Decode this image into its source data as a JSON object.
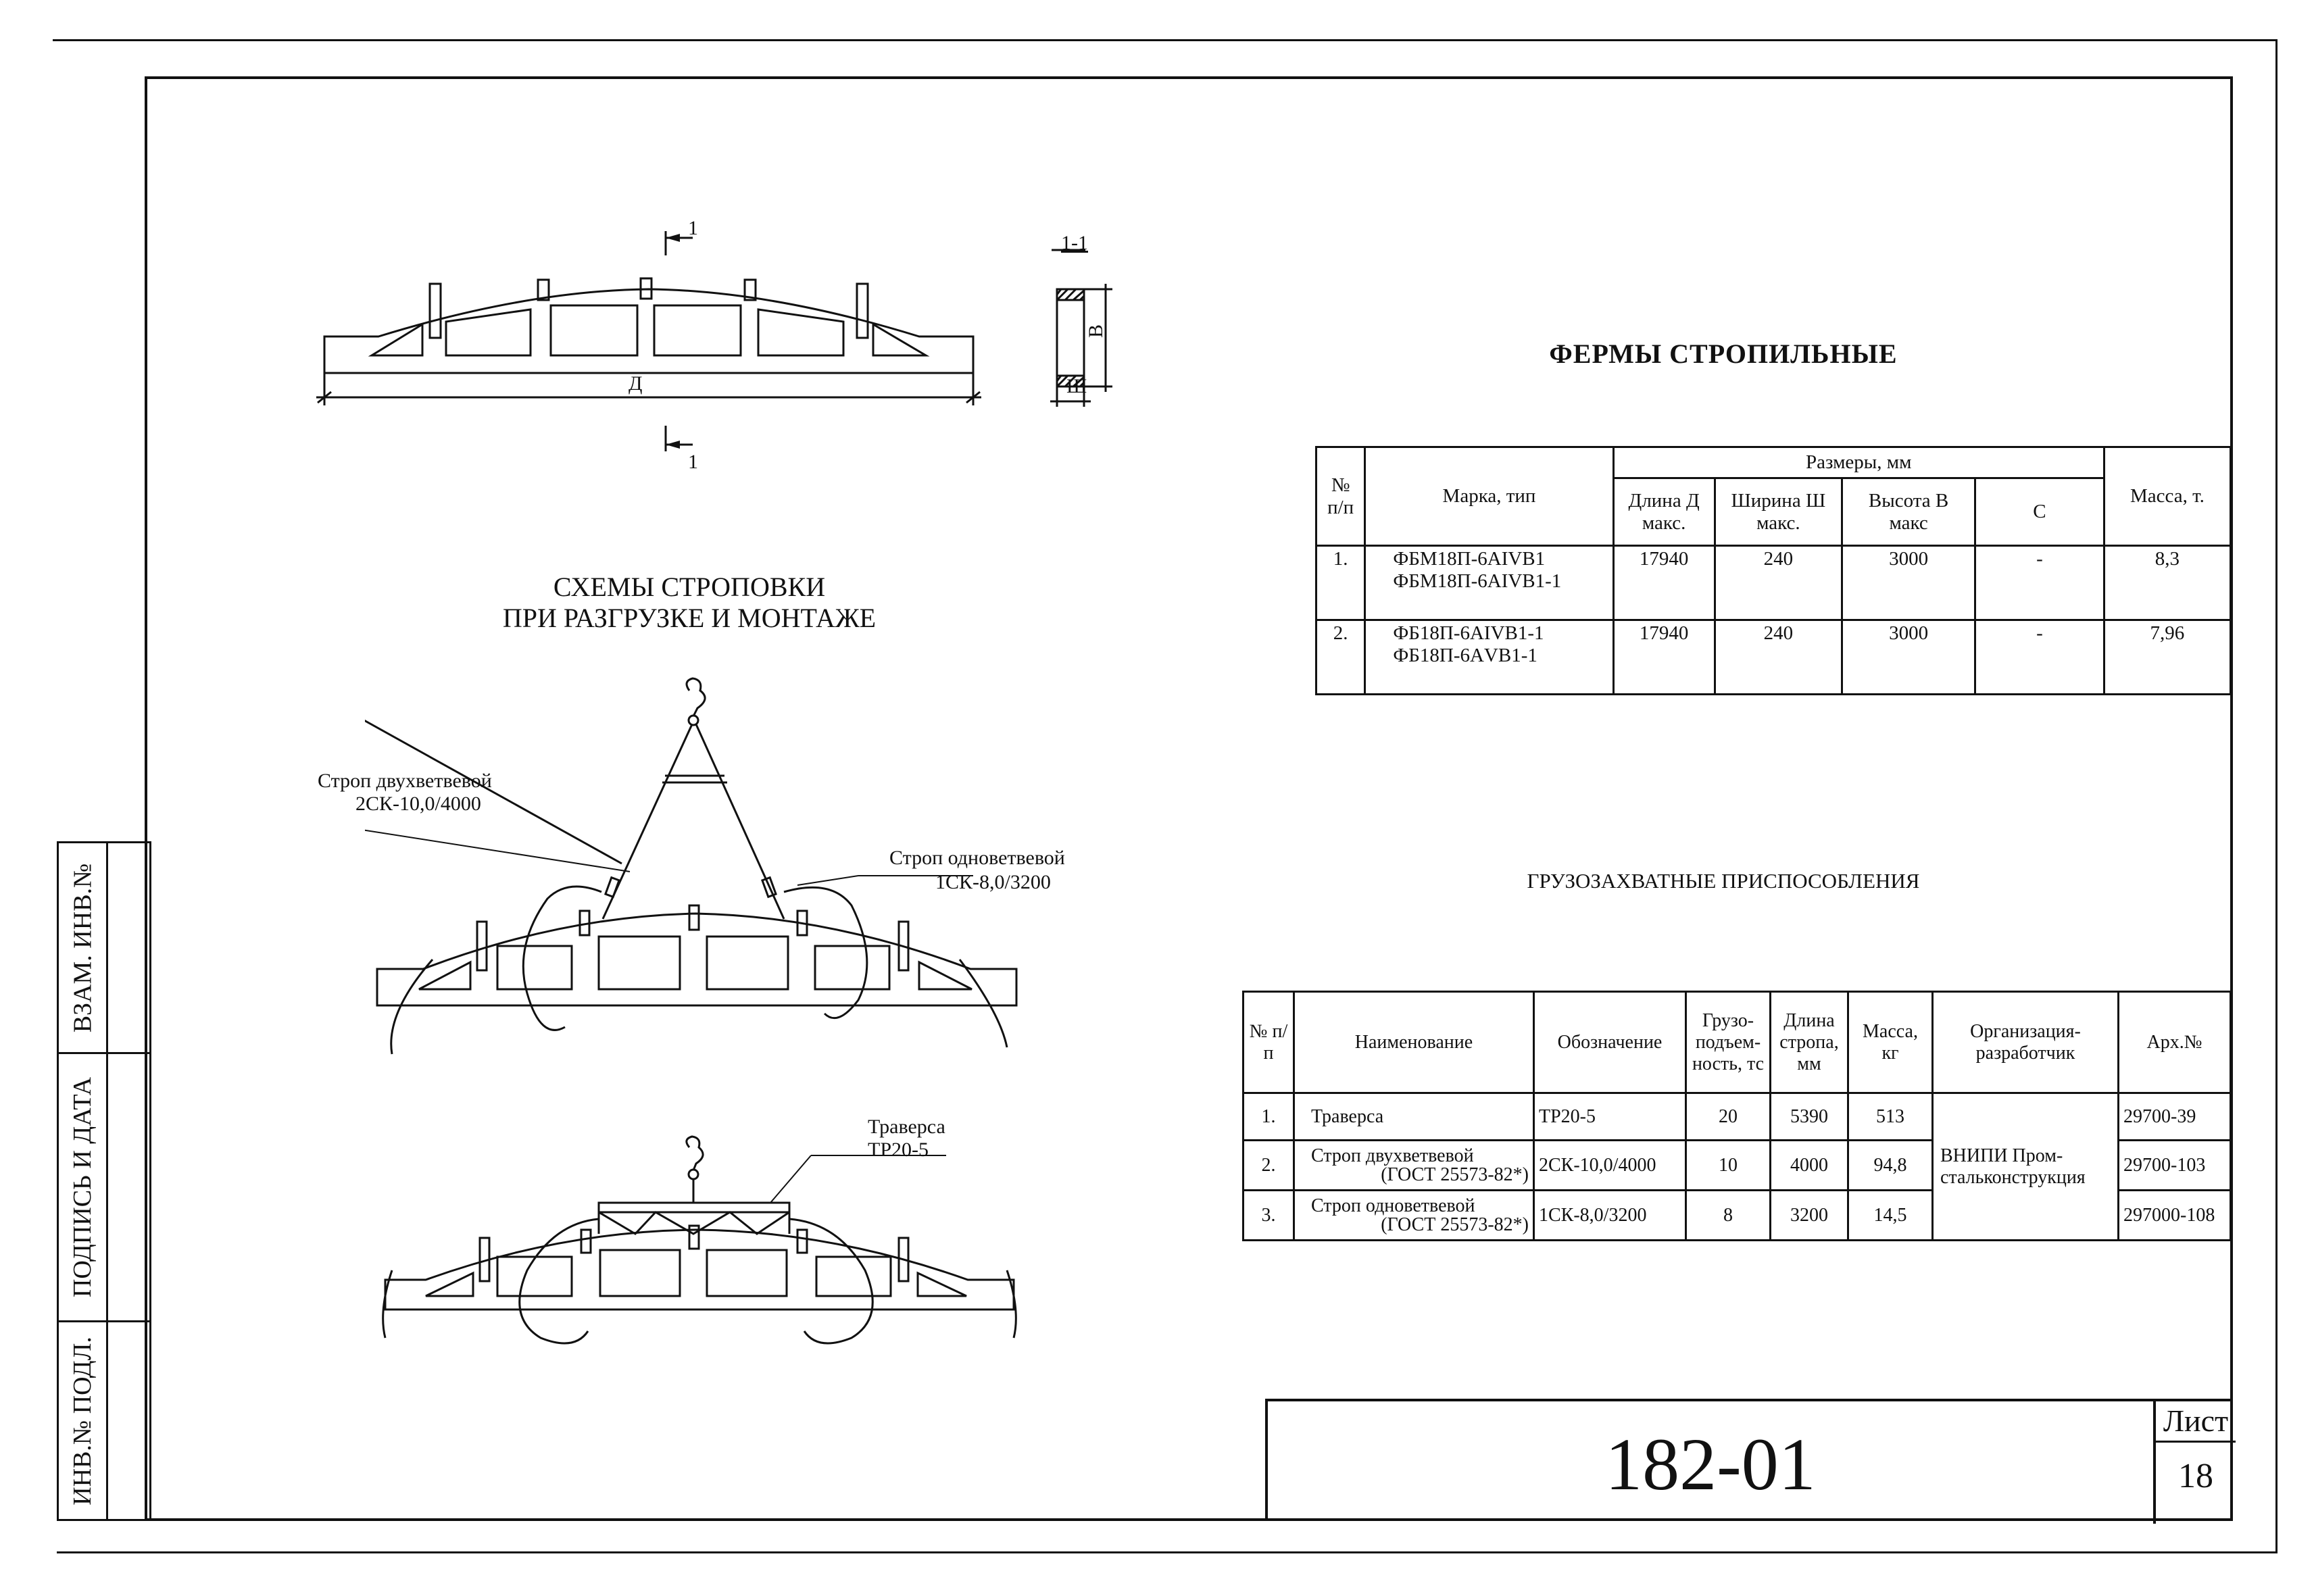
{
  "sheet": {
    "designation": "182-01",
    "sheet_label": "Лист",
    "sheet_number": "18"
  },
  "side_stamp": {
    "inv_podl": "ИНВ.№ ПОДЛ.",
    "podpis_data": "ПОДПИСЬ И ДАТА",
    "vzam_inv": "ВЗАМ. ИНВ.№"
  },
  "truss_drawing": {
    "section_mark_top": "1",
    "section_mark_bottom": "1",
    "length_label": "Д",
    "section_title": "1-1",
    "height_label": "В",
    "width_label": "Ш"
  },
  "schema": {
    "title_line1": "СХЕМЫ СТРОПОВКИ",
    "title_line2": "ПРИ РАЗГРУЗКЕ И МОНТАЖЕ",
    "sling_two_label": "Строп двухветвевой",
    "sling_two_code": "2СК-10,0/4000",
    "sling_one_label": "Строп одноветвевой",
    "sling_one_code": "1СК-8,0/3200",
    "traverse_label": "Траверса",
    "traverse_code": "ТР20-5"
  },
  "trusses": {
    "title": "ФЕРМЫ СТРОПИЛЬНЫЕ",
    "headers": {
      "num": "№ п/п",
      "mark": "Марка, тип",
      "sizes": "Размеры, мм",
      "length": "Длина Д макс.",
      "width": "Ширина Ш макс.",
      "height": "Высота В макс",
      "c": "С",
      "mass": "Масса, т."
    },
    "rows": [
      {
        "num": "1.",
        "mark1": "ФБМ18П-6АIVВ1",
        "mark2": "ФБМ18П-6АIVВ1-1",
        "length": "17940",
        "width": "240",
        "height": "3000",
        "c": "-",
        "mass": "8,3"
      },
      {
        "num": "2.",
        "mark1": "ФБ18П-6АIVВ1-1",
        "mark2": "ФБ18П-6АVВ1-1",
        "length": "17940",
        "width": "240",
        "height": "3000",
        "c": "-",
        "mass": "7,96"
      }
    ]
  },
  "gear": {
    "title": "ГРУЗОЗАХВАТНЫЕ ПРИСПОСОБЛЕНИЯ",
    "headers": {
      "num": "№ п/п",
      "name": "Наименование",
      "code": "Обозначение",
      "capacity": "Грузо- подъем- ность, тс",
      "length": "Длина стропа, мм",
      "mass": "Масса, кг",
      "org": "Организация- разработчик",
      "arch": "Арх.№"
    },
    "rows": [
      {
        "num": "1.",
        "name1": "Траверса",
        "name2": "",
        "code": "ТР20-5",
        "capacity": "20",
        "length": "5390",
        "mass": "513",
        "arch": "29700-39"
      },
      {
        "num": "2.",
        "name1": "Строп двухветвевой",
        "name2": "(ГОСТ 25573-82*)",
        "code": "2СК-10,0/4000",
        "capacity": "10",
        "length": "4000",
        "mass": "94,8",
        "arch": "29700-103"
      },
      {
        "num": "3.",
        "name1": "Строп одноветвевой",
        "name2": "(ГОСТ 25573-82*)",
        "code": "1СК-8,0/3200",
        "capacity": "8",
        "length": "3200",
        "mass": "14,5",
        "arch": "297000-108"
      }
    ],
    "org": "ВНИПИ Пром- стальконструкция"
  }
}
